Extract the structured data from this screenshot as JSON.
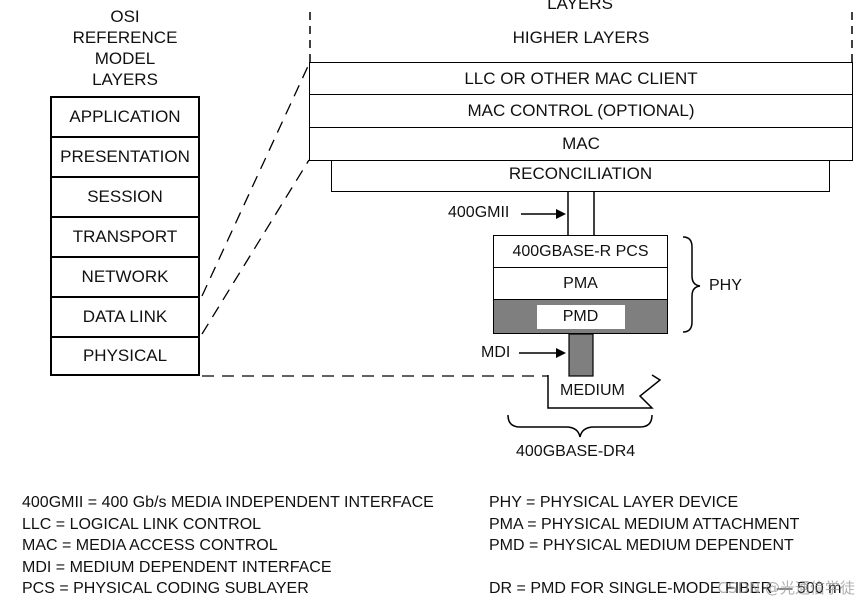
{
  "osi": {
    "heading": [
      "OSI",
      "REFERENCE",
      "MODEL",
      "LAYERS"
    ],
    "layers": [
      "APPLICATION",
      "PRESENTATION",
      "SESSION",
      "TRANSPORT",
      "NETWORK",
      "DATA LINK",
      "PHYSICAL"
    ]
  },
  "eth": {
    "top_label": "LAYERS",
    "higher_layers": "HIGHER LAYERS",
    "llc": "LLC OR OTHER MAC CLIENT",
    "mac_control": "MAC CONTROL (OPTIONAL)",
    "mac": "MAC",
    "reconciliation": "RECONCILIATION",
    "gmii_label": "400GMII",
    "pcs": "400GBASE-R PCS",
    "pma": "PMA",
    "pmd": "PMD",
    "phy_label": "PHY",
    "mdi_label": "MDI",
    "medium": "MEDIUM",
    "phy_name": "400GBASE-DR4"
  },
  "legend": {
    "left": [
      "400GMII = 400 Gb/s MEDIA INDEPENDENT INTERFACE",
      "LLC = LOGICAL LINK CONTROL",
      "MAC = MEDIA ACCESS CONTROL",
      "MDI = MEDIUM DEPENDENT INTERFACE",
      "PCS = PHYSICAL CODING SUBLAYER"
    ],
    "right": [
      "PHY = PHYSICAL LAYER DEVICE",
      "PMA = PHYSICAL MEDIUM ATTACHMENT",
      "PMD = PHYSICAL MEDIUM DEPENDENT",
      "",
      "DR = PMD FOR SINGLE-MODE FIBER — 500 m"
    ]
  },
  "watermark": "CSDN @光通信学徒",
  "colors": {
    "pmd_fill": "#7f7f7f",
    "line": "#000000"
  }
}
